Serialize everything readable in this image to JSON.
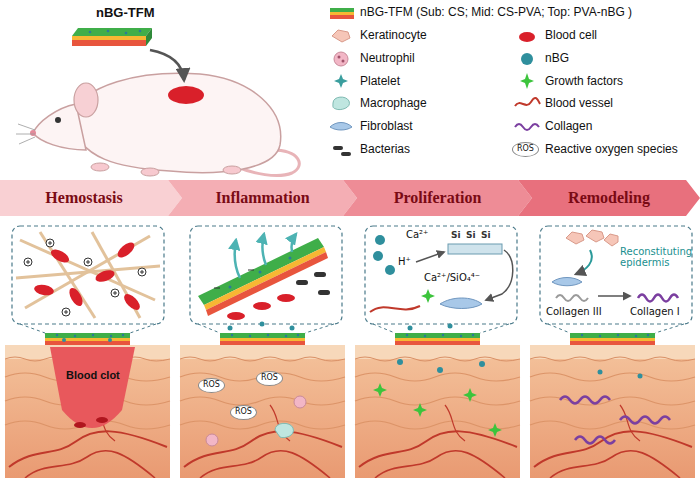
{
  "diagram": {
    "nodes": [
      {
        "text": [
          "Hemostasis"
        ]
      },
      {
        "text": [
          "Inflammation"
        ]
      },
      {
        "text": [
          "Proliferation"
        ]
      },
      {
        "text": [
          "Remodeling"
        ]
      }
    ],
    "labels": [
      "nBG-TFM",
      "ROS",
      "Ca²⁺",
      "H⁺",
      "Si",
      "Si",
      "Si",
      "Ca²⁺/SiO₄⁴⁻",
      "Reconstituting epidermis",
      "Collagen III",
      "Collagen I",
      "Blood clot",
      "ROS",
      "ROS",
      "ROS"
    ],
    "legend": [
      {
        "text": "nBG-TFM (Sub: CS; Mid: CS-PVA; Top: PVA-nBG )"
      },
      {
        "text": "Keratinocyte"
      },
      {
        "text": "Neutrophil"
      },
      {
        "text": "Platelet"
      },
      {
        "text": "Macrophage"
      },
      {
        "text": "Fibroblast"
      },
      {
        "text": "Bacterias"
      },
      {
        "text": "Blood cell"
      },
      {
        "text": "nBG"
      },
      {
        "text": "Growth factors"
      },
      {
        "text": "Blood vessel"
      },
      {
        "text": "Collagen"
      },
      {
        "text": "Reactive oxygen species"
      }
    ]
  }
}
